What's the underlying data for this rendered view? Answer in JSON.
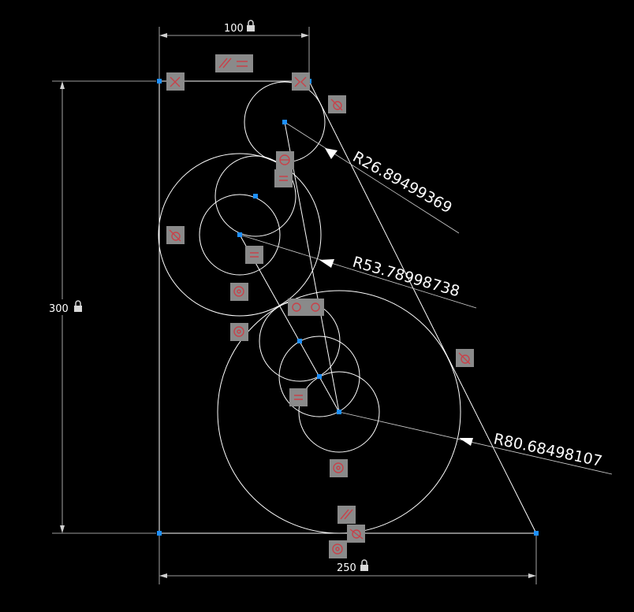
{
  "drawing": {
    "background": "#000000",
    "geometry_color": "#ffffff",
    "grip_color": "#1e90ff",
    "constraint_box_color": "#8a8a8a",
    "constraint_symbol_color": "#c8424a"
  },
  "dimensions": {
    "top_width": {
      "value": "100",
      "locked": true,
      "icon": "lock-icon"
    },
    "left_height": {
      "value": "300",
      "locked": true,
      "icon": "lock-icon"
    },
    "bottom_width": {
      "value": "250",
      "locked": true,
      "icon": "lock-icon"
    }
  },
  "radii": {
    "small": "R26.89499369",
    "medium": "R53.78998738",
    "large": "R80.68498107"
  },
  "constraint_icons": [
    "parallel-equal-icon",
    "perpendicular-icon",
    "coincident-icon",
    "tangent-icon",
    "equal-icon",
    "concentric-icon",
    "parallel-icon"
  ]
}
